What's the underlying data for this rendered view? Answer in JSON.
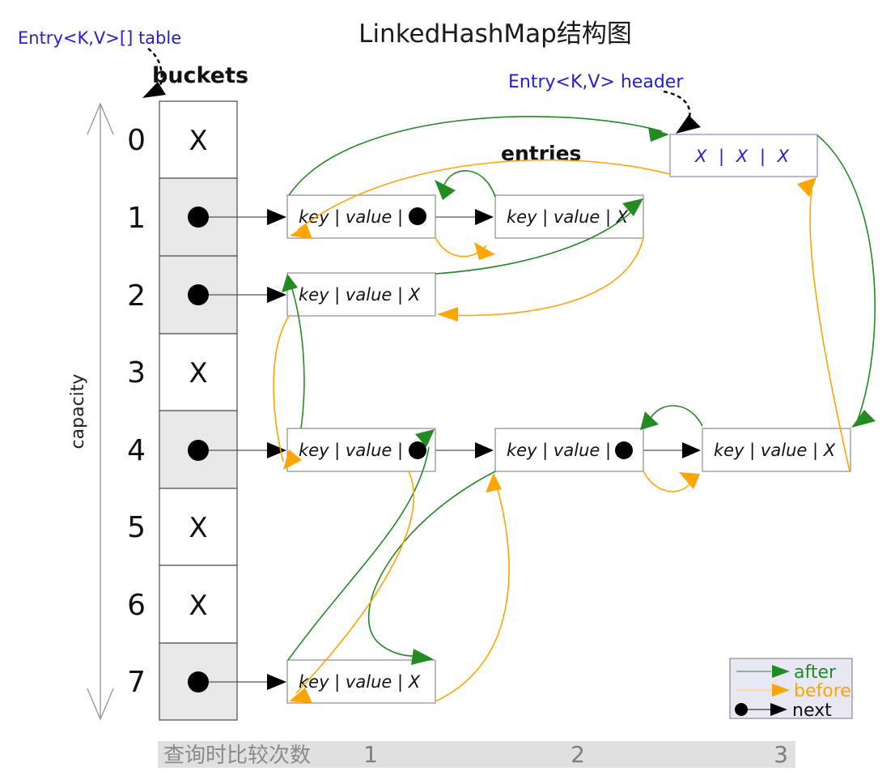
{
  "title": "LinkedHashMap结构图",
  "annotations": {
    "table_label": "Entry<K,V>[] table",
    "buckets_label": "buckets",
    "header_label": "Entry<K,V> header",
    "entries_label": "entries",
    "capacity_label": "capacity"
  },
  "buckets": {
    "cells": [
      {
        "index": "0",
        "content": "X"
      },
      {
        "index": "1",
        "content": "●"
      },
      {
        "index": "2",
        "content": "●"
      },
      {
        "index": "3",
        "content": "X"
      },
      {
        "index": "4",
        "content": "●"
      },
      {
        "index": "5",
        "content": "X"
      },
      {
        "index": "6",
        "content": "X"
      },
      {
        "index": "7",
        "content": "●"
      }
    ]
  },
  "header_node": {
    "fields": "X  |  X  |  X"
  },
  "entries": {
    "e1": {
      "label": "key | value |",
      "tail": "●"
    },
    "e2": {
      "label": "key | value | X"
    },
    "e3": {
      "label": "key | value | X"
    },
    "e4": {
      "label": "key | value |",
      "tail": "●"
    },
    "e5": {
      "label": "key | value |",
      "tail": "●"
    },
    "e6": {
      "label": "key | value | X"
    },
    "e7": {
      "label": "key | value | X"
    }
  },
  "legend": {
    "after_label": "after",
    "before_label": "before",
    "next_label": "next"
  },
  "footer": {
    "label": "查询时比较次数",
    "counts": [
      "1",
      "2",
      "3"
    ]
  },
  "colors": {
    "after_green": "#228b22",
    "before_orange": "#ffa500",
    "pointer_black": "#000000",
    "label_blue": "#2222cc",
    "bucket_gray": "#e8e8e8",
    "strip_gray": "#e0e0e0",
    "legend_bg": "#e8e8f4"
  }
}
